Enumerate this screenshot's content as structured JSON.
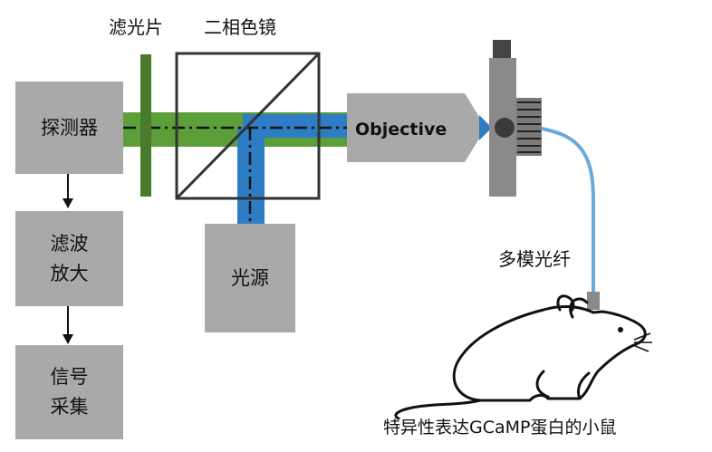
{
  "labels": {
    "filter": "滤光片",
    "dichroic": "二相色镜",
    "detector": "探测器",
    "filter_amp": [
      "滤波",
      "放大"
    ],
    "acquisition": [
      "信号",
      "采集"
    ],
    "light_source": "光源",
    "objective": "Objective",
    "fiber": "多模光纤",
    "mouse": "特异性表达GCaMP蛋白的小鼠"
  },
  "colors": {
    "block": "#a9a9a9",
    "emission_path": "#5c9f38",
    "excitation_path": "#2e7cc4",
    "filter_plate": "#4a7a2c",
    "fiber": "#6aa9d9",
    "outline": "#333333"
  },
  "icons": [
    "arrow-down-icon",
    "mouse-icon",
    "fiber-connector-icon"
  ]
}
